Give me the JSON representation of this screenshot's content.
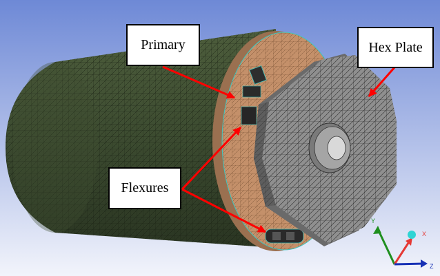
{
  "labels": {
    "primary": "Primary",
    "hex_plate": "Hex Plate",
    "flexures": "Flexures"
  },
  "triad": {
    "x": "X",
    "y": "Y",
    "z": "Z"
  },
  "colors": {
    "background_top": "#6e89d6",
    "background_bottom": "#f2f4fb",
    "barrel_mesh": "#3b4a30",
    "primary_mirror": "#c4906a",
    "hex_plate": "#8f8f8f",
    "arrow": "#ff0000",
    "axis_x": "#e53935",
    "axis_y": "#1f8f1f",
    "axis_z": "#1630b5"
  }
}
